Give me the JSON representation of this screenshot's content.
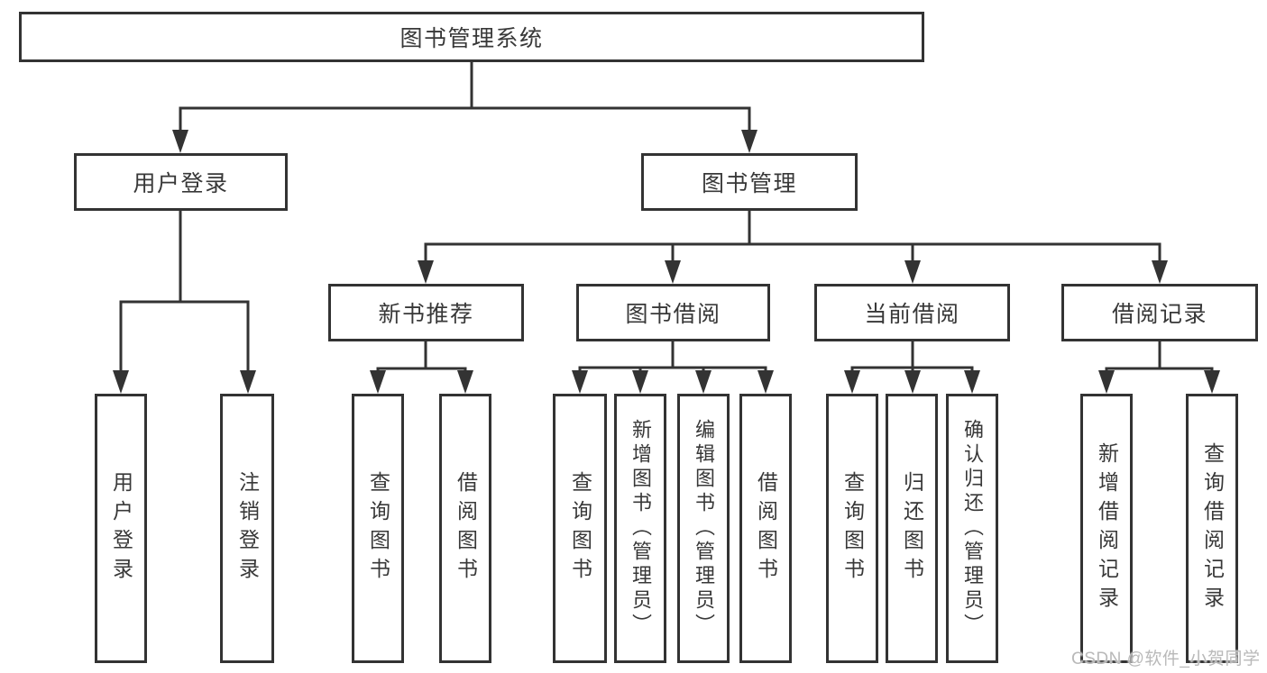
{
  "diagram": {
    "root": {
      "label": "图书管理系统"
    },
    "branches": [
      {
        "label": "用户登录",
        "children": [
          "用户登录",
          "注销登录"
        ]
      },
      {
        "label": "图书管理",
        "groups": [
          {
            "label": "新书推荐",
            "children": [
              "查询图书",
              "借阅图书"
            ]
          },
          {
            "label": "图书借阅",
            "children": [
              "查询图书",
              "新增图书（管理员）",
              "编辑图书（管理员）",
              "借阅图书"
            ]
          },
          {
            "label": "当前借阅",
            "children": [
              "查询图书",
              "归还图书",
              "确认归还（管理员）"
            ]
          },
          {
            "label": "借阅记录",
            "children": [
              "新增借阅记录",
              "查询借阅记录"
            ]
          }
        ]
      }
    ]
  },
  "watermark": {
    "text": "CSDN @软件_小贺同学"
  },
  "colors": {
    "line": "#333333",
    "box_border": "#333333",
    "text": "#383838",
    "watermark": "#b9b9b9",
    "background": "#ffffff"
  }
}
